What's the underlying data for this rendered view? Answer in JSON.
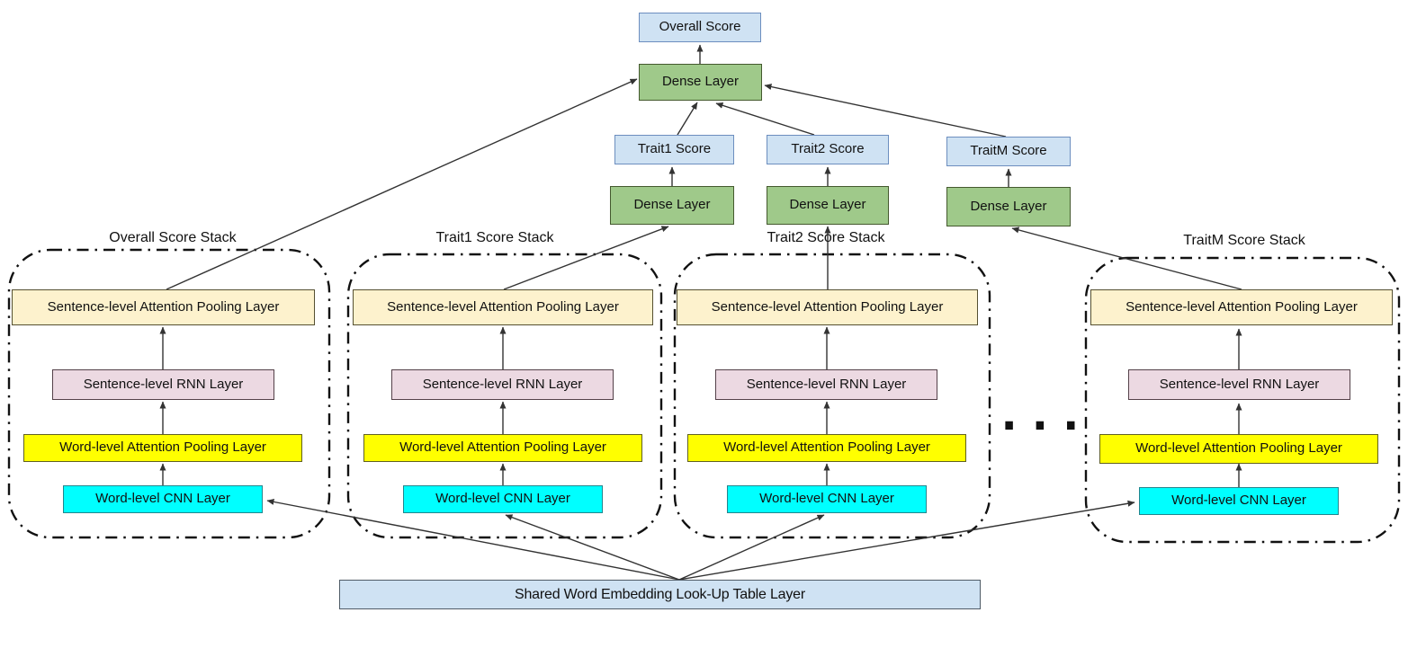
{
  "diagram": {
    "top": {
      "overall_score_label": "Overall Score",
      "main_dense_label": "Dense Layer"
    },
    "traits": [
      {
        "score_label": "Trait1 Score",
        "dense_label": "Dense Layer"
      },
      {
        "score_label": "Trait2 Score",
        "dense_label": "Dense Layer"
      },
      {
        "score_label": "TraitM Score",
        "dense_label": "Dense Layer"
      }
    ],
    "stacks": [
      {
        "label": "Overall Score Stack",
        "layers": {
          "sentence_attention": "Sentence-level Attention Pooling Layer",
          "sentence_rnn": "Sentence-level RNN Layer",
          "word_attention": "Word-level Attention Pooling Layer",
          "word_cnn": "Word-level CNN Layer"
        }
      },
      {
        "label": "Trait1 Score Stack",
        "layers": {
          "sentence_attention": "Sentence-level Attention Pooling Layer",
          "sentence_rnn": "Sentence-level RNN Layer",
          "word_attention": "Word-level Attention Pooling Layer",
          "word_cnn": "Word-level CNN Layer"
        }
      },
      {
        "label": "Trait2 Score Stack",
        "layers": {
          "sentence_attention": "Sentence-level Attention Pooling Layer",
          "sentence_rnn": "Sentence-level RNN Layer",
          "word_attention": "Word-level Attention Pooling Layer",
          "word_cnn": "Word-level CNN Layer"
        }
      },
      {
        "label": "TraitM Score Stack",
        "layers": {
          "sentence_attention": "Sentence-level Attention Pooling Layer",
          "sentence_rnn": "Sentence-level RNN Layer",
          "word_attention": "Word-level Attention Pooling Layer",
          "word_cnn": "Word-level CNN Layer"
        }
      }
    ],
    "ellipsis": "...",
    "embedding_label": "Shared Word Embedding Look-Up Table Layer",
    "colors": {
      "score_box_fill": "#cfe2f3",
      "score_box_border": "#6c8ebf",
      "dense_fill": "#9fc98a",
      "sentence_attention_fill": "#fdf2cd",
      "sentence_rnn_fill": "#ecd9e2",
      "word_attention_fill": "#ffff00",
      "word_cnn_fill": "#00ffff",
      "embedding_fill": "#cfe2f3",
      "line_color": "#333333"
    }
  }
}
